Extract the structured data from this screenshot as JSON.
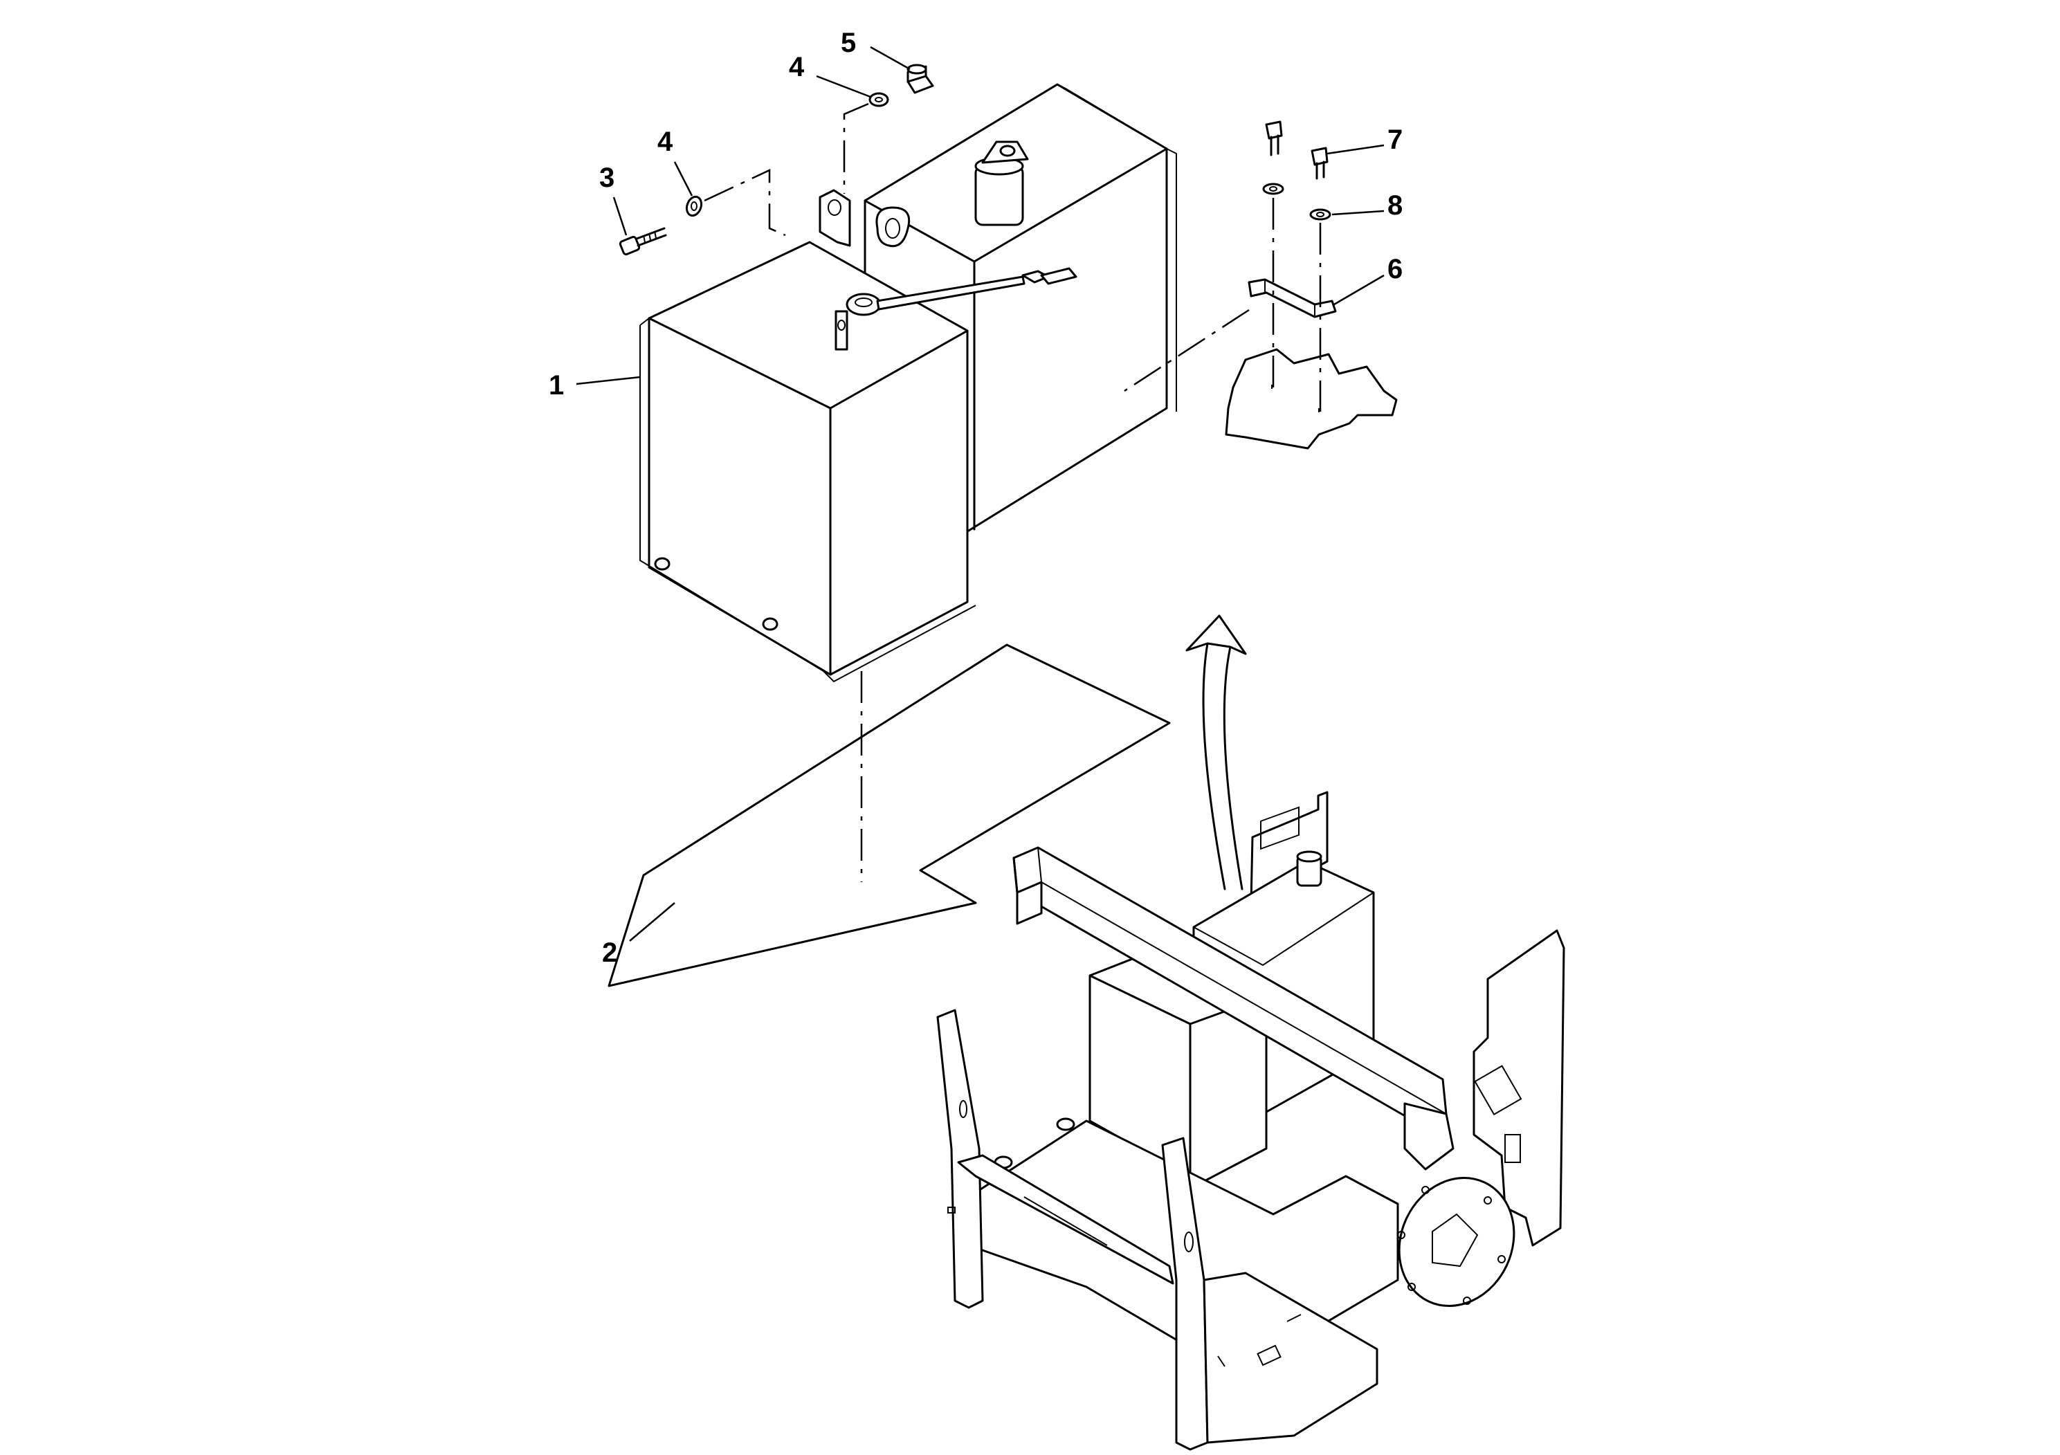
{
  "diagram": {
    "type": "exploded-parts-view",
    "callouts": [
      {
        "id": "callout-1",
        "label": "1",
        "part": "tank"
      },
      {
        "id": "callout-2",
        "label": "2",
        "part": "pad"
      },
      {
        "id": "callout-3",
        "label": "3",
        "part": "bolt"
      },
      {
        "id": "callout-4a",
        "label": "4",
        "part": "washer"
      },
      {
        "id": "callout-4b",
        "label": "4",
        "part": "washer"
      },
      {
        "id": "callout-5",
        "label": "5",
        "part": "nut"
      },
      {
        "id": "callout-6",
        "label": "6",
        "part": "bracket"
      },
      {
        "id": "callout-7",
        "label": "7",
        "part": "bolt"
      },
      {
        "id": "callout-8",
        "label": "8",
        "part": "washer"
      }
    ]
  }
}
